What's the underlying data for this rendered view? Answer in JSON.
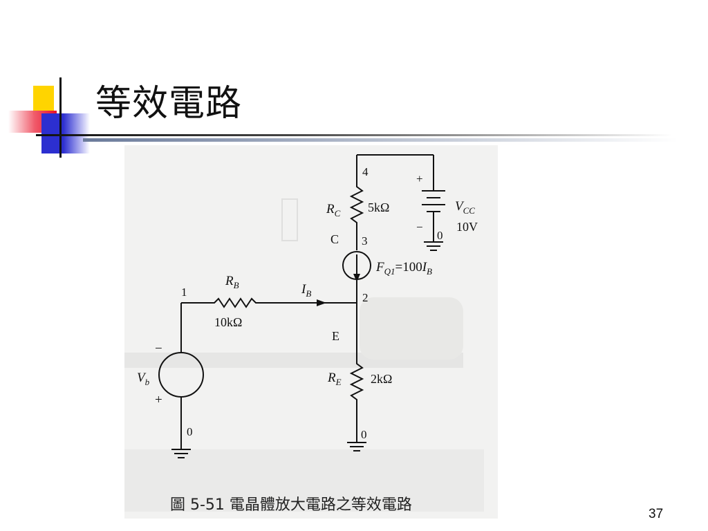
{
  "slide": {
    "title": "等效電路",
    "caption": "圖 5-51   電晶體放大電路之等效電路",
    "page_number": "37"
  },
  "colors": {
    "accent_yellow": "#ffd400",
    "accent_red": "#e8102a",
    "accent_blue": "#2c2fd0",
    "figure_background": "#f2f2f1"
  },
  "circuit": {
    "nodes": {
      "n0_left": "0",
      "n0_bottom": "0",
      "n0_vcc": "0",
      "n1": "1",
      "n2": "2",
      "n3": "3",
      "n4": "4"
    },
    "rc": {
      "label": "R",
      "sub": "C",
      "value": "5kΩ"
    },
    "rb": {
      "label": "R",
      "sub": "B",
      "value": "10kΩ"
    },
    "re": {
      "label": "R",
      "sub": "E",
      "value": "2kΩ"
    },
    "vcc": {
      "label": "V",
      "sub": "CC",
      "value": "10V",
      "plus": "+",
      "minus": "−"
    },
    "vb": {
      "label": "V",
      "sub": "b",
      "plus": "+",
      "minus": "−"
    },
    "ib": {
      "label": "I",
      "sub": "B"
    },
    "source": {
      "label": "F",
      "sub": "Q1",
      "eq": "=100",
      "ib": "I",
      "ib_sub": "B"
    },
    "terminals": {
      "collector": "C",
      "emitter": "E"
    }
  }
}
